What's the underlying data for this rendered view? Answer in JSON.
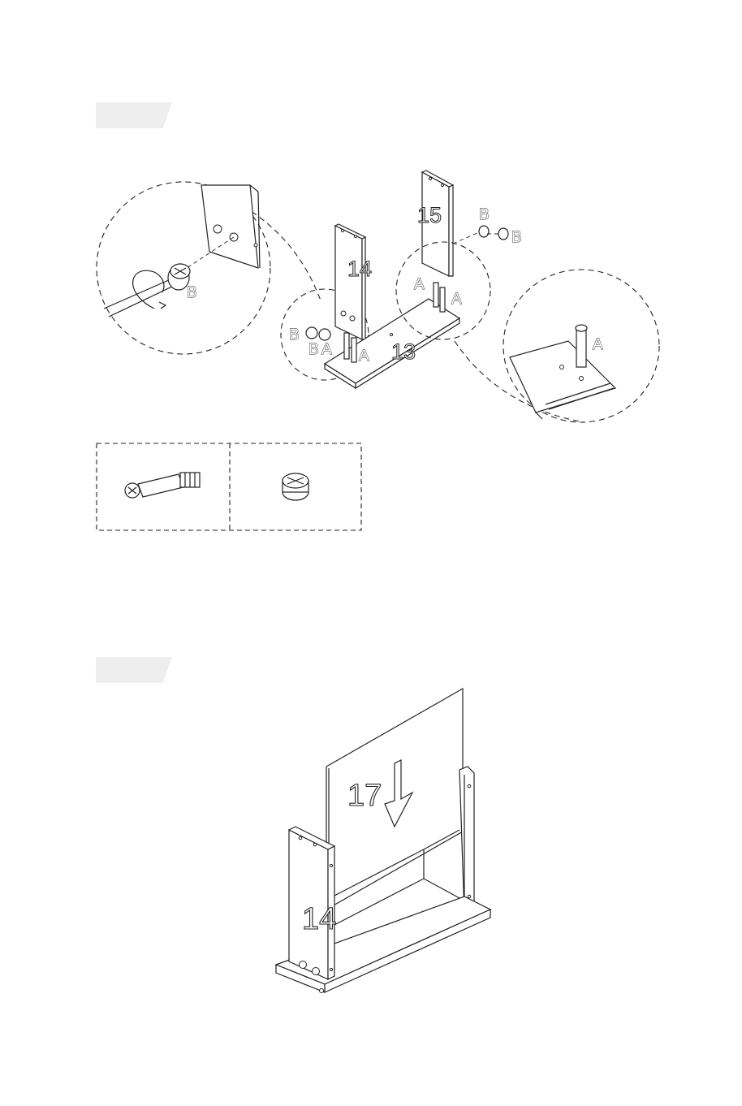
{
  "step1": {
    "labels": {
      "detail_left_B": "B",
      "panel_14": "14",
      "panel_15": "15",
      "panel_13": "13",
      "top_B1": "B",
      "top_B2": "B",
      "mid_A1": "A",
      "mid_A2": "A",
      "left_B1": "B",
      "left_B2": "B",
      "left_A1": "A",
      "left_A2": "A",
      "detail_right_A": "A"
    }
  },
  "step2": {
    "labels": {
      "panel_17": "17",
      "panel_14": "14"
    }
  },
  "icons": {
    "cam_bolt": "cam-bolt-icon",
    "cam_lock": "cam-lock-icon",
    "arrow": "arrow-down-icon",
    "screwdriver": "screwdriver-icon"
  }
}
